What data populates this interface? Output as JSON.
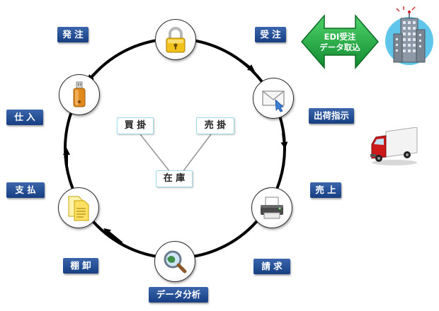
{
  "nodes": [
    {
      "id": "order",
      "icon": "padlock-icon"
    },
    {
      "id": "receive",
      "icon": "envelope-icon"
    },
    {
      "id": "sales",
      "icon": "printer-icon"
    },
    {
      "id": "analysis",
      "icon": "magnifier-globe-icon"
    },
    {
      "id": "inventory",
      "icon": "documents-icon"
    },
    {
      "id": "purchase",
      "icon": "usb-drive-icon"
    }
  ],
  "labels": {
    "order": "発 注",
    "receive": "受 注",
    "shipping": "出荷指示",
    "sales": "売 上",
    "billing": "請 求",
    "analysis": "データ分析",
    "stocktake": "棚 卸",
    "payment": "支 払",
    "purchase": "仕 入"
  },
  "inventory_center": {
    "payables": "買 掛",
    "receivables": "売 掛",
    "stock": "在 庫"
  },
  "edi": {
    "line1": "EDI受注",
    "line2": "データ取込"
  },
  "colors": {
    "label_bg": "#1f4a8f",
    "edi_arrow": "#1fae45",
    "truck_cab": "#cc1a1a"
  },
  "icons": [
    "building-icon",
    "truck-icon"
  ]
}
